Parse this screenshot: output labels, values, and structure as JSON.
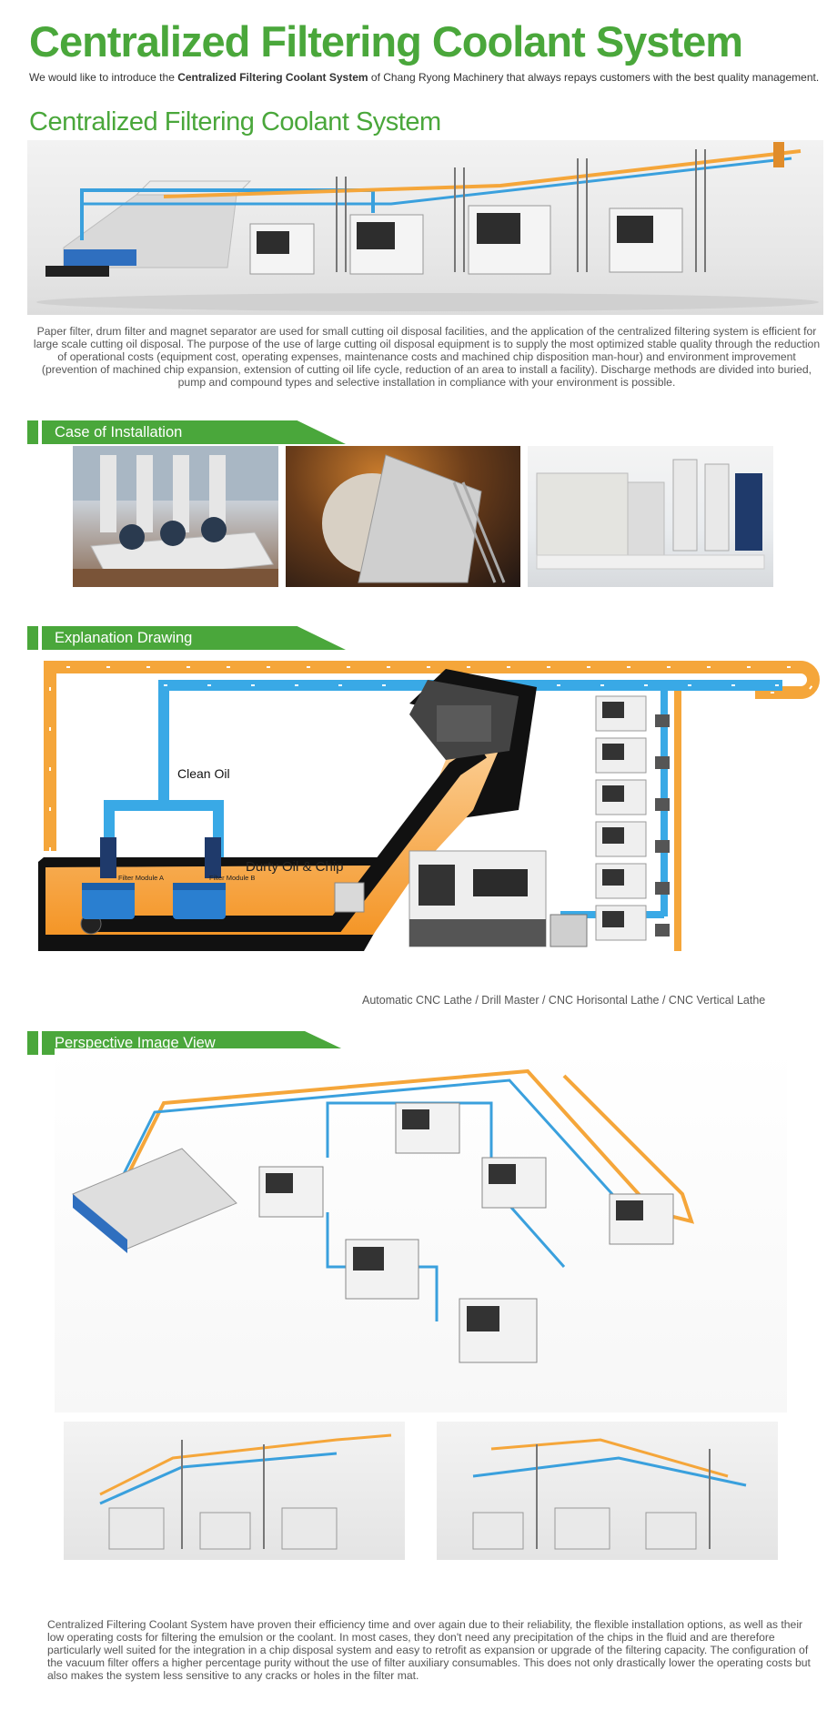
{
  "header": {
    "title": "Centralized Filtering Coolant System",
    "intro_prefix": "We would like to introduce the ",
    "intro_bold": "Centralized Filtering Coolant System",
    "intro_suffix": " of Chang Ryong Machinery that always repays customers with the best quality management.",
    "subtitle": "Centralized Filtering Coolant System"
  },
  "overview": {
    "paragraph": "Paper filter, drum filter and magnet separator are used for small cutting oil disposal facilities, and the application of the centralized filtering system is efficient for large scale cutting oil disposal. The purpose of the use of large cutting oil disposal equipment is to supply the most optimized stable quality through the reduction of operational costs (equipment cost, operating expenses, maintenance costs and machined chip disposition man-hour) and environment improvement (prevention of machined chip expansion, extension of cutting oil life cycle, reduction of an area to install a facility). Discharge methods are divided into buried, pump and compound types and selective installation in compliance with your environment is possible."
  },
  "sections": {
    "installation": "Case of Installation",
    "drawing": "Explanation Drawing",
    "perspective": "Perspective Image View"
  },
  "drawing": {
    "clean_oil": "Clean Oil",
    "dirty_oil": "Durty Oil & Chip",
    "module_a": "Filter Module A",
    "module_b": "Filter Module B",
    "caption": "Automatic CNC Lathe /  Drill Master / CNC Horisontal Lathe / CNC Vertical Lathe"
  },
  "footer": {
    "paragraph": "Centralized Filtering Coolant System have proven their efficiency time and over again due to their reliability, the flexible installation options, as well as their low operating costs for filtering the emulsion or the coolant. In most cases, they don't need any precipitation of the chips in the fluid and are therefore particularly well suited for the integration in a chip disposal system and easy to retrofit as expansion or upgrade of the filtering capacity. The configuration of the vacuum filter offers a higher percentage purity without the use of filter auxiliary consumables. This does not only drastically lower the operating costs but also makes the system less sensitive to any cracks or holes in the filter mat."
  },
  "colors": {
    "brand_green": "#4aa73b",
    "oil_orange": "#f5a63a",
    "clean_blue": "#39a9e6"
  }
}
